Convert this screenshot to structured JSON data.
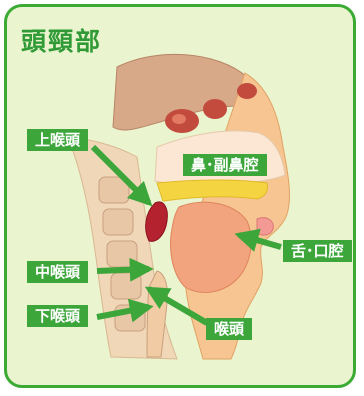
{
  "title": "頭頸部",
  "labels": {
    "upper_pharynx": "上喉頭",
    "nasal_cavity": "鼻･副鼻腔",
    "oral_cavity": "舌･口腔",
    "middle_pharynx": "中喉頭",
    "lower_pharynx": "下喉頭",
    "larynx": "喉頭"
  },
  "colors": {
    "frame": "#3daa35",
    "background": "#eaf4cf",
    "label_bg": "#3ca63a",
    "label_text": "#ffffff",
    "arrow": "#3ca63a"
  }
}
